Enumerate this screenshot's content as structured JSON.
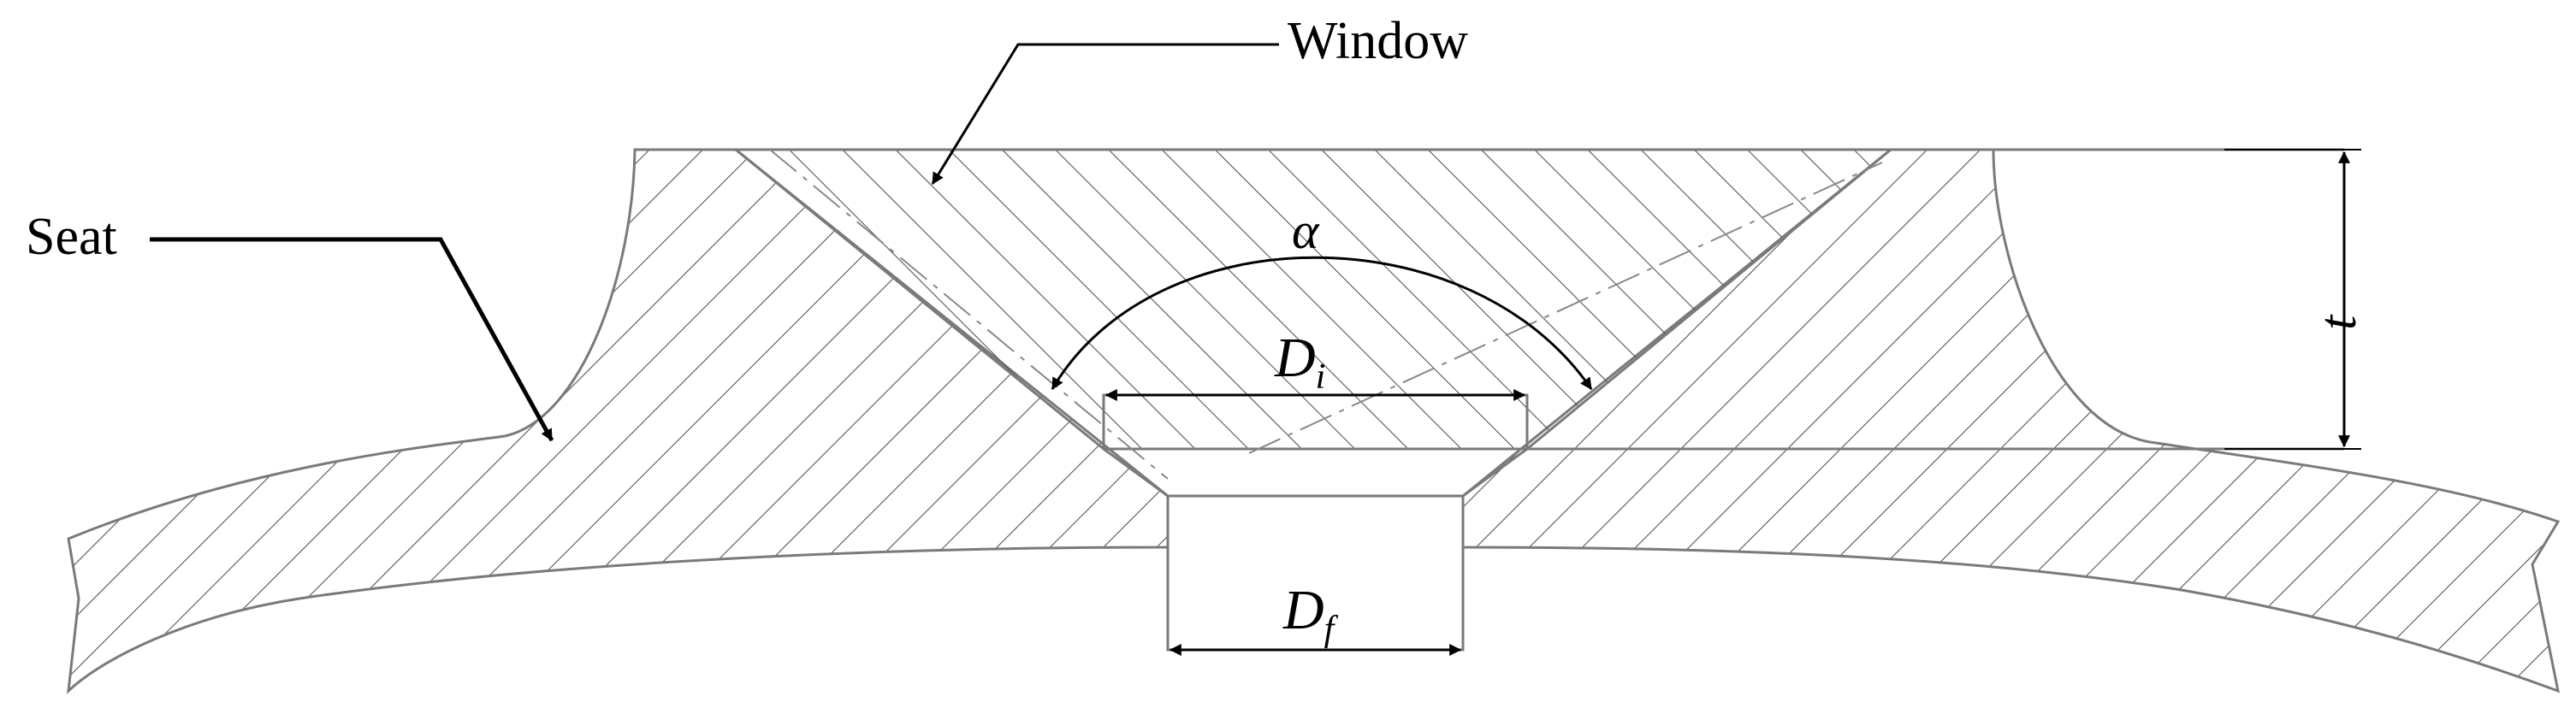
{
  "labels": {
    "window": "Window",
    "seat": "Seat"
  },
  "symbols": {
    "alpha": "α",
    "d_i_main": "D",
    "d_i_sub": "i",
    "d_f_main": "D",
    "d_f_sub": "f",
    "thickness": "t"
  },
  "colors": {
    "outline": "#7a7a7a",
    "hatch": "#555555",
    "ink": "#000000",
    "background": "#ffffff"
  }
}
